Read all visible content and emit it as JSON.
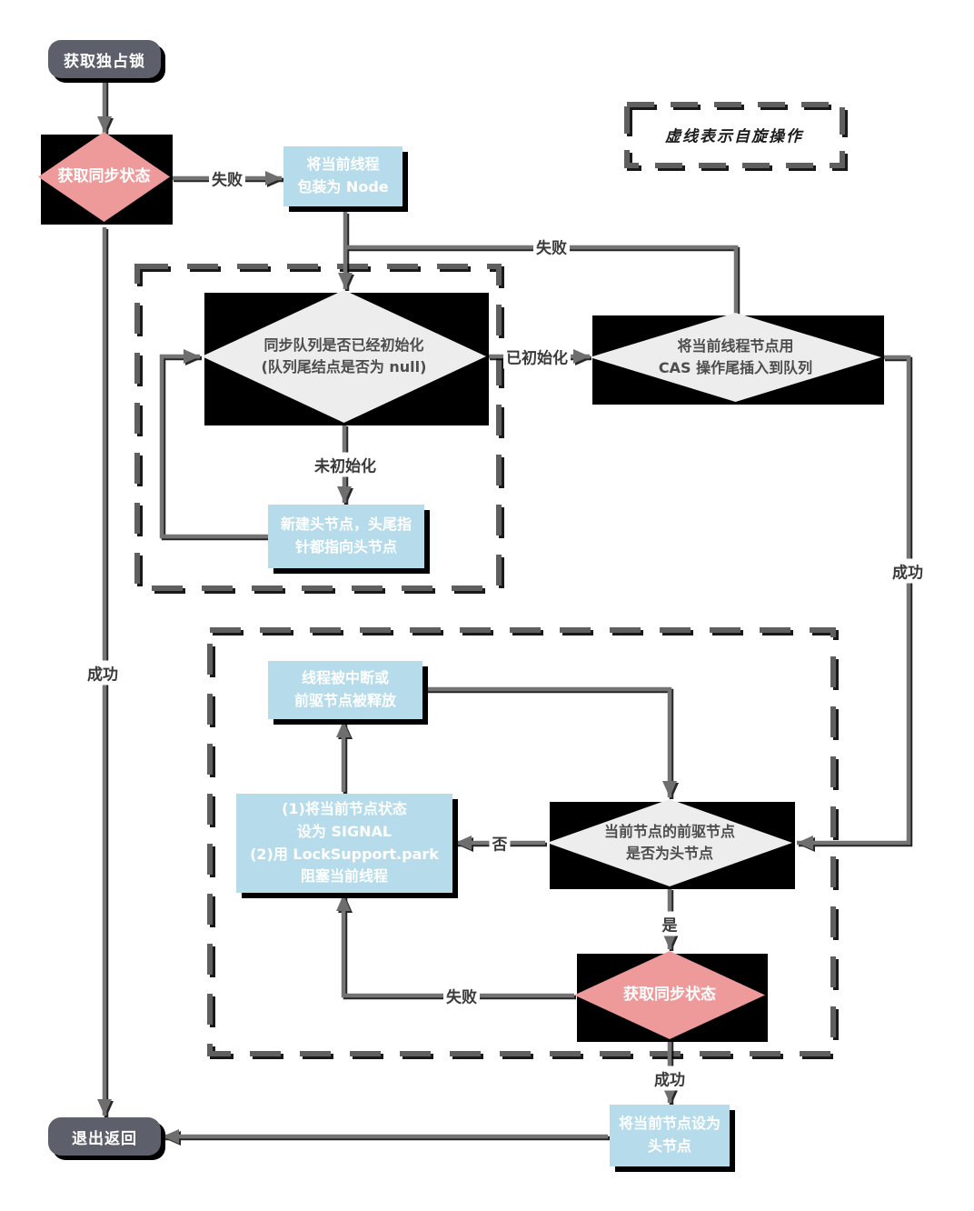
{
  "legend": {
    "text": "虚线表示自旋操作"
  },
  "nodes": {
    "start": {
      "label": "获取独占锁"
    },
    "acquire_state_1": {
      "label": "获取同步状态"
    },
    "wrap_node": {
      "lines": [
        "将当前线程",
        "包装为 Node"
      ]
    },
    "queue_initialized": {
      "lines": [
        "同步队列是否已经初始化",
        "(队列尾结点是否为 null)"
      ]
    },
    "new_head": {
      "lines": [
        "新建头节点，头尾指",
        "针都指向头节点"
      ]
    },
    "cas_enqueue": {
      "lines": [
        "将当前线程节点用",
        "CAS 操作尾插入到队列"
      ]
    },
    "interrupted_or_released": {
      "lines": [
        "线程被中断或",
        "前驱节点被释放"
      ]
    },
    "signal_and_park": {
      "lines": [
        "(1)将当前节点状态",
        "设为 SIGNAL",
        "(2)用 LockSupport.park",
        "阻塞当前线程"
      ]
    },
    "pred_is_head": {
      "lines": [
        "当前节点的前驱节点",
        "是否为头节点"
      ]
    },
    "acquire_state_2": {
      "label": "获取同步状态"
    },
    "set_head": {
      "lines": [
        "将当前节点设为",
        "头节点"
      ]
    },
    "exit": {
      "label": "退出返回"
    }
  },
  "edge_labels": {
    "fail_1": "失败",
    "success_left": "成功",
    "fail_top": "失败",
    "initialized": "已初始化",
    "uninitialized": "未初始化",
    "success_right": "成功",
    "no": "否",
    "yes": "是",
    "fail_2": "失败",
    "success_bottom": "成功"
  },
  "colors": {
    "diamond_pink": "#ee9a9a",
    "process_blue": "#b6dcec",
    "terminal_dark": "#5d5f6a",
    "diamond_gray": "#ededed",
    "line_gray": "#747474",
    "dash_gray": "#5f5f5f",
    "shadow_black": "#000000"
  }
}
